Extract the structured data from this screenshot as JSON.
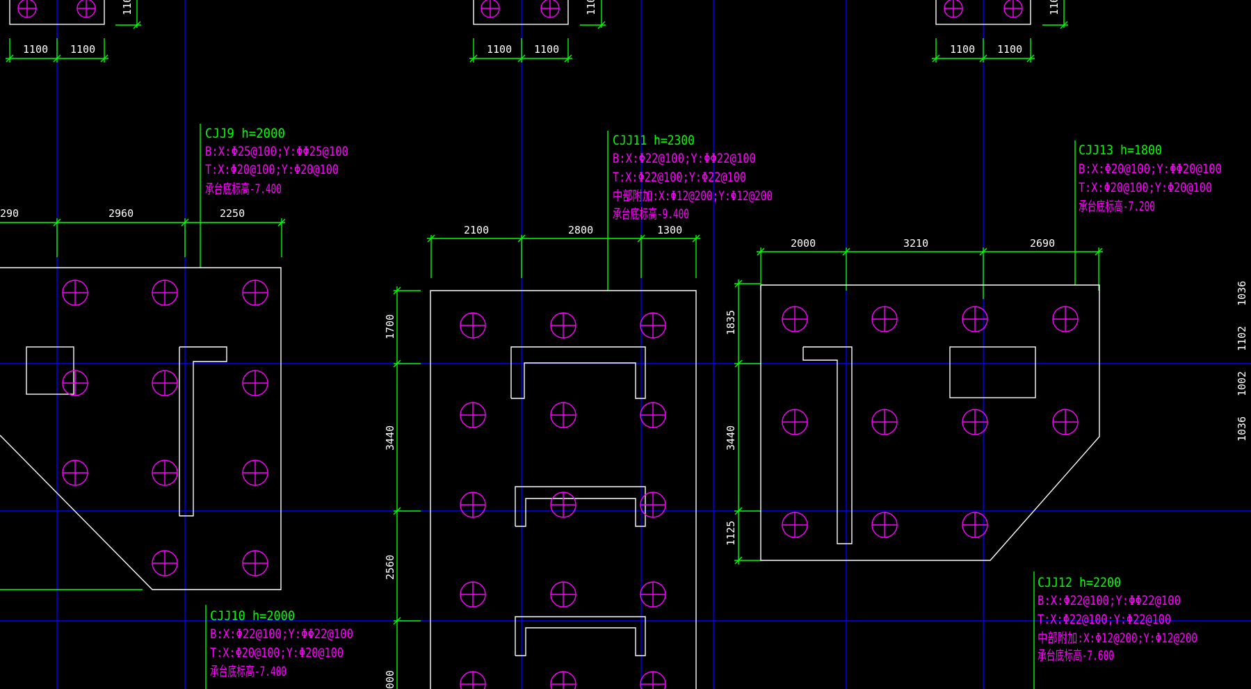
{
  "colors": {
    "background": "#000000",
    "grid_axis": "#0000ff",
    "dimension": "#00ff00",
    "outline": "#ffffff",
    "pile": "#ff00ff",
    "title_text": "#00ff00",
    "rebar_text": "#ff00ff"
  },
  "icons": {
    "pile": "circle-cross-icon"
  },
  "dimensions": {
    "top_left_a": "1100",
    "top_left_b": "1100",
    "top_mid_a": "1100",
    "top_mid_b": "1100",
    "top_right_a": "1100",
    "top_right_b": "1100",
    "top_cut_1": "110",
    "top_cut_2": "110",
    "top_cut_3": "110",
    "cjj9_left_cut": "290",
    "cjj9_a": "2960",
    "cjj9_b": "2250",
    "cjj11_a": "2100",
    "cjj11_b": "2800",
    "cjj11_c": "1300",
    "cjj11_v1": "1700",
    "cjj11_v2": "3440",
    "cjj11_v3": "2560",
    "cjj11_v4": "000",
    "cjj13_a": "2000",
    "cjj13_b": "3210",
    "cjj13_c": "2690",
    "cjj13_v1": "1835",
    "cjj13_v2": "3440",
    "cjj13_v3": "1125",
    "right_v1": "1036",
    "right_v2": "1102",
    "right_v3": "1002",
    "right_v4": "1036"
  },
  "labels": {
    "cjj9": {
      "title": "CJJ9   h=2000",
      "bottom": "B:X:Φ25@100;Y:ΦΦ25@100",
      "top": "T:X:Φ20@100;Y:Φ20@100",
      "elevation": "承台底标高-7.400"
    },
    "cjj10": {
      "title": "CJJ10   h=2000",
      "bottom": "B:X:Φ22@100;Y:ΦΦ22@100",
      "top": "T:X:Φ20@100;Y:Φ20@100",
      "elevation": "承台底标高-7.400"
    },
    "cjj11": {
      "title": "CJJ11   h=2300",
      "bottom": "B:X:Φ22@100;Y:ΦΦ22@100",
      "top": "T:X:Φ22@100;Y:Φ22@100",
      "middle": "中部附加:X:Φ12@200;Y:Φ12@200",
      "elevation": "承台底标高-9.400"
    },
    "cjj12": {
      "title": "CJJ12   h=2200",
      "bottom": "B:X:Φ22@100;Y:ΦΦ22@100",
      "top": "T:X:Φ22@100;Y:Φ22@100",
      "middle": "中部附加:X:Φ12@200;Y:Φ12@200",
      "elevation": "承台底标高-7.600"
    },
    "cjj13": {
      "title": "CJJ13   h=1800",
      "bottom": "B:X:Φ20@100;Y:ΦΦ20@100",
      "top": "T:X:Φ20@100;Y:Φ20@100",
      "elevation": "承台底标高-7.200"
    }
  }
}
